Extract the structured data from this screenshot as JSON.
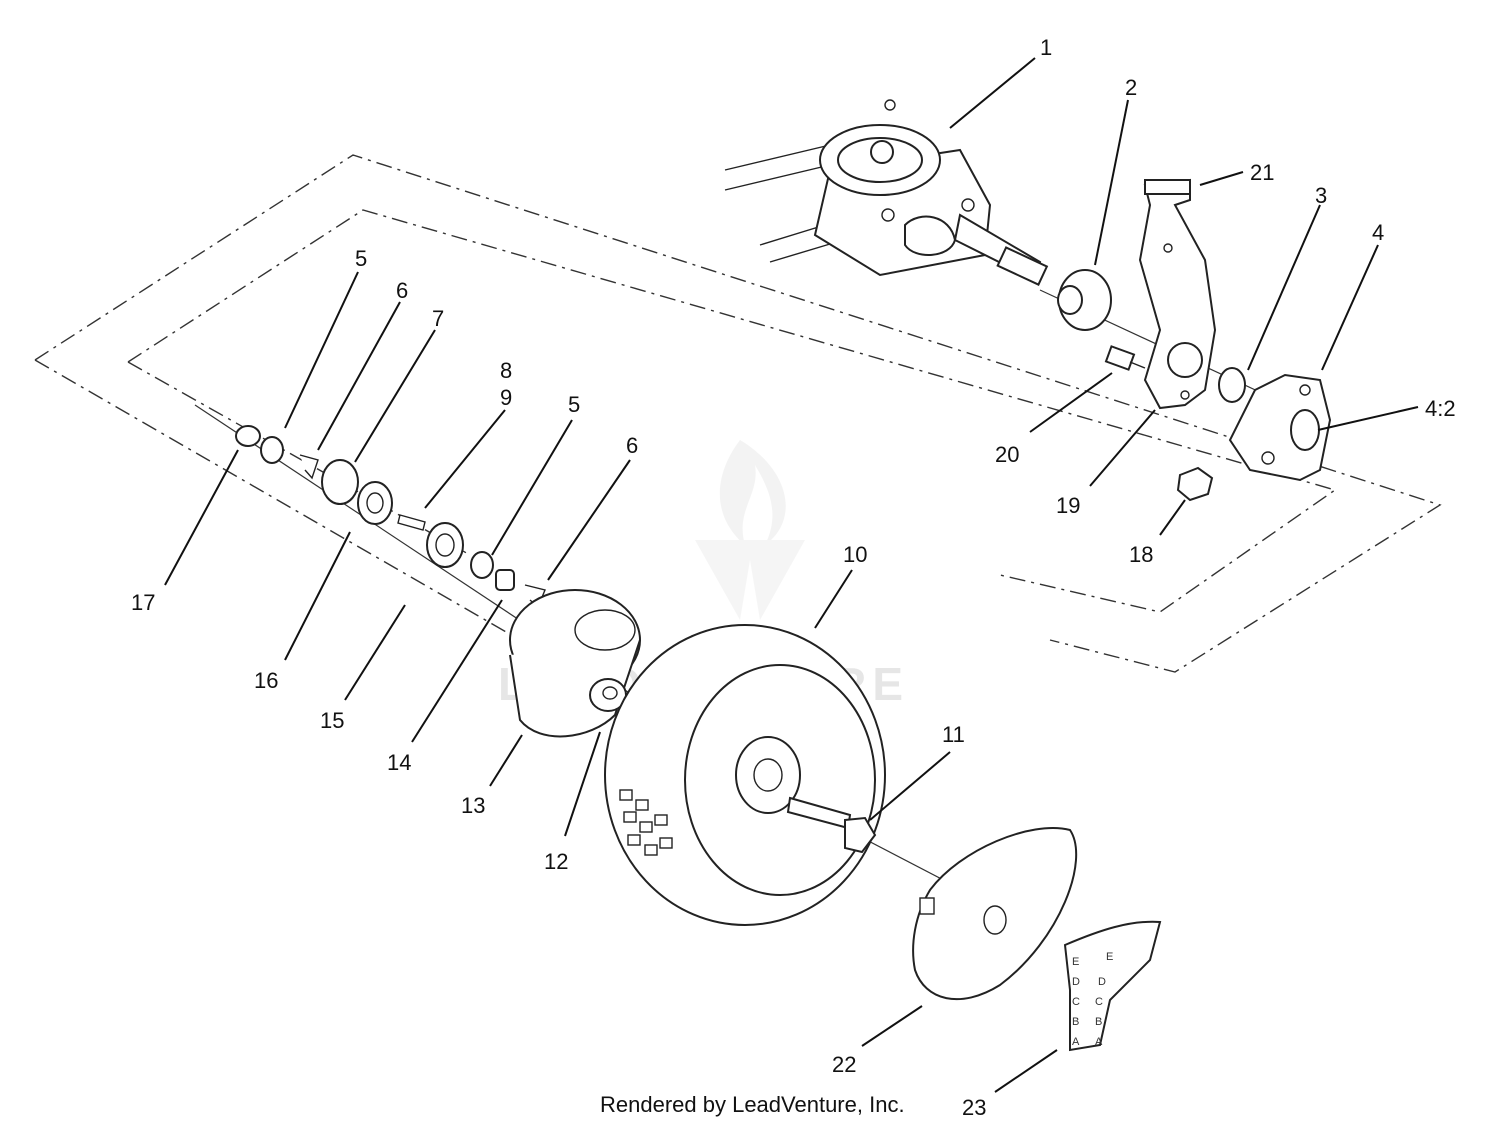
{
  "callouts": [
    "1",
    "2",
    "21",
    "3",
    "4",
    "4:2",
    "20",
    "19",
    "18",
    "5",
    "6",
    "7",
    "8",
    "9",
    "5",
    "6",
    "17",
    "16",
    "15",
    "14",
    "13",
    "12",
    "10",
    "11",
    "22",
    "23"
  ],
  "watermark": "LEADVENTURE",
  "credit": "Rendered by LeadVenture, Inc.",
  "gauge_letters": [
    "E",
    "D",
    "C",
    "B",
    "A",
    "E",
    "D",
    "C",
    "B",
    "A"
  ]
}
